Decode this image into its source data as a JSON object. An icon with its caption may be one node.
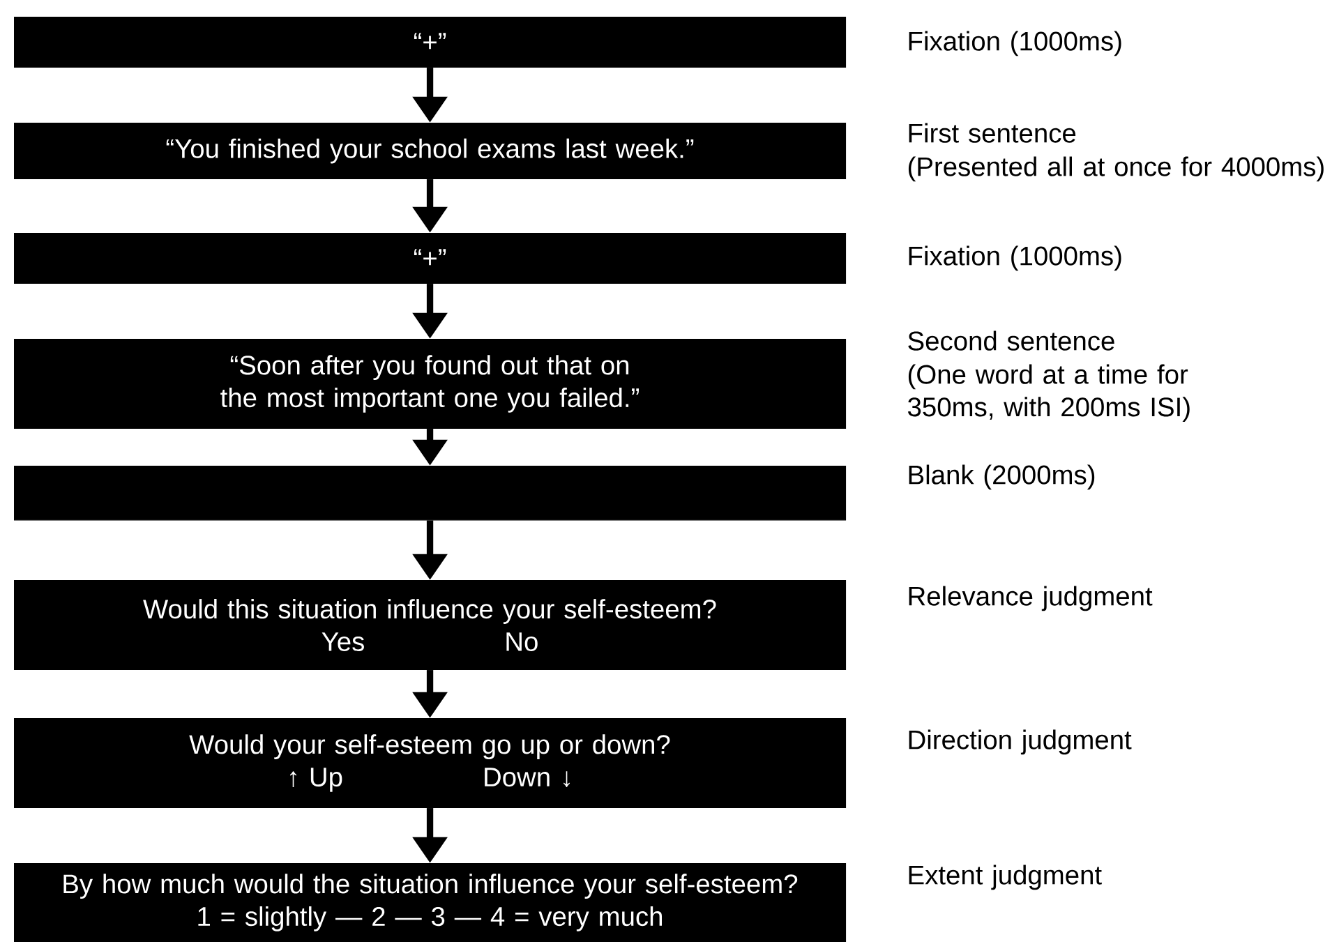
{
  "diagram": {
    "nodes": [
      {
        "text": [
          "“+”"
        ],
        "beside": [
          "Fixation (1000ms)"
        ]
      },
      {
        "text": [
          "“You finished your school exams last week.”"
        ],
        "beside": [
          "First sentence",
          "(Presented all at once for 4000ms)"
        ]
      },
      {
        "text": [
          "“+”"
        ],
        "beside": [
          "Fixation (1000ms)"
        ]
      },
      {
        "text": [
          "“Soon after you found out that on the most important one you failed.”"
        ],
        "beside": [
          "Second sentence",
          "(One word at a time for 350ms, with 200ms ISI)"
        ]
      },
      {
        "text": [],
        "shape": "box",
        "beside": [
          "Blank (2000ms)"
        ]
      },
      {
        "text": [
          "Would this situation influence your self-esteem?",
          "Yes",
          "No"
        ],
        "beside": [
          "Relevance judgment"
        ]
      },
      {
        "text": [
          "Would your self-esteem go up or down?",
          "↑ Up",
          "Down ↓"
        ],
        "beside": [
          "Direction judgment"
        ]
      },
      {
        "text": [
          "By how much would the situation influence your self-esteem?",
          "1 = slightly — 2 — 3 — 4 = very much"
        ],
        "beside": [
          "Extent judgment"
        ]
      }
    ],
    "edges": [
      {
        "from": 0,
        "to": 1,
        "arrow": "to"
      },
      {
        "from": 1,
        "to": 2,
        "arrow": "to"
      },
      {
        "from": 2,
        "to": 3,
        "arrow": "to"
      },
      {
        "from": 3,
        "to": 4,
        "arrow": "to"
      },
      {
        "from": 4,
        "to": 5,
        "arrow": "to"
      },
      {
        "from": 5,
        "to": 6,
        "arrow": "to"
      },
      {
        "from": 6,
        "to": 7,
        "arrow": "to"
      }
    ]
  }
}
